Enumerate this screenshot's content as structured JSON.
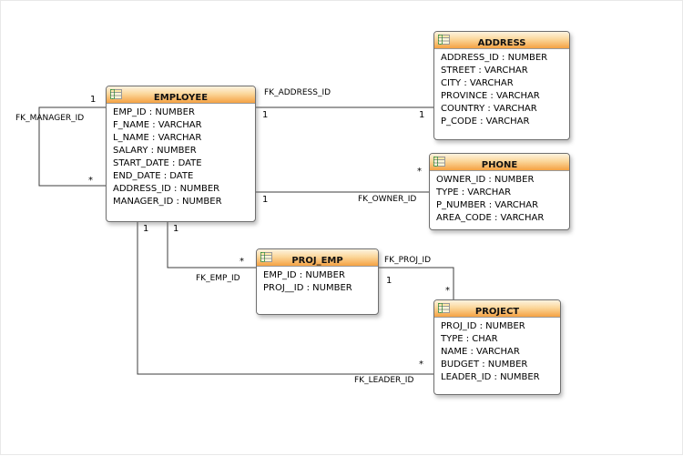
{
  "colors": {
    "header_accent": "#f5a243",
    "line": "#3c3c3c",
    "background": "#ffffff"
  },
  "tables": [
    {
      "name": "EMPLOYEE",
      "fields": [
        "EMP_ID : NUMBER",
        "F_NAME : VARCHAR",
        "L_NAME : VARCHAR",
        "SALARY : NUMBER",
        "START_DATE : DATE",
        "END_DATE : DATE",
        "ADDRESS_ID : NUMBER",
        "MANAGER_ID : NUMBER"
      ]
    },
    {
      "name": "ADDRESS",
      "fields": [
        "ADDRESS_ID : NUMBER",
        "STREET : VARCHAR",
        "CITY : VARCHAR",
        "PROVINCE : VARCHAR",
        "COUNTRY : VARCHAR",
        "P_CODE : VARCHAR"
      ]
    },
    {
      "name": "PHONE",
      "fields": [
        "OWNER_ID : NUMBER",
        "TYPE : VARCHAR",
        "P_NUMBER : VARCHAR",
        "AREA_CODE : VARCHAR"
      ]
    },
    {
      "name": "PROJ_EMP",
      "fields": [
        "EMP_ID : NUMBER",
        "PROJ__ID : NUMBER"
      ]
    },
    {
      "name": "PROJECT",
      "fields": [
        "PROJ_ID : NUMBER",
        "TYPE : CHAR",
        "NAME : VARCHAR",
        "BUDGET : NUMBER",
        "LEADER_ID : NUMBER"
      ]
    }
  ],
  "relationships": {
    "manager": {
      "label": "FK_MANAGER_ID",
      "end1": "1",
      "end2": "*"
    },
    "address": {
      "label": "FK_ADDRESS_ID",
      "end1": "1",
      "end2": "1"
    },
    "owner": {
      "label": "FK_OWNER_ID",
      "end1": "1",
      "end2": "*"
    },
    "emp": {
      "label": "FK_EMP_ID",
      "end1": "1",
      "end2": "*"
    },
    "proj": {
      "label": "FK_PROJ_ID",
      "end1": "1",
      "end2": "*"
    },
    "leader": {
      "label": "FK_LEADER_ID",
      "end1": "1",
      "end2": "*"
    }
  }
}
